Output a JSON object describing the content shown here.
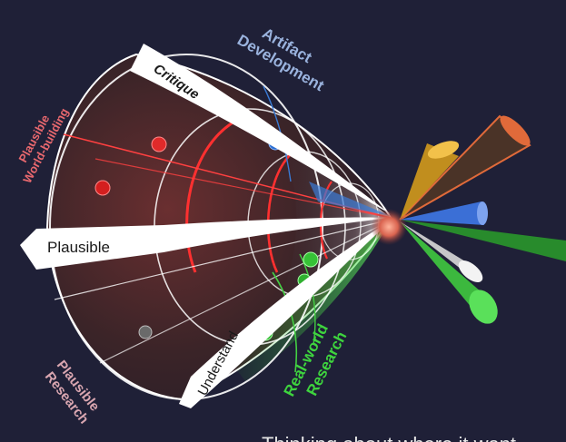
{
  "labels": {
    "plausible_world_building": [
      "Plausible",
      "World-building"
    ],
    "artifact_development": [
      "Artifact",
      "Development"
    ],
    "plausible_research": [
      "Plausible",
      "Research"
    ],
    "real_world_research": [
      "Real-world",
      "Research"
    ]
  },
  "arms": {
    "critique": "Critique",
    "plausible": "Plausible",
    "understand": "Understand"
  },
  "bottom_text": "Thinking about where it want",
  "colors": {
    "background": "#1f2037",
    "plausible_world_building": "#e8686e",
    "artifact_development": "#9ab3de",
    "plausible_research": "#d9a6b0",
    "real_world_research": "#3ed43e",
    "red_ring": "#ff3030",
    "blue_ring": "#3a7bd5",
    "green_ring": "#43d043"
  },
  "rays": [
    {
      "color": "#e06a3a",
      "name": "orange-red-ray"
    },
    {
      "color": "#f2b324",
      "name": "yellow-ray"
    },
    {
      "color": "#3b6fd6",
      "name": "blue-ray"
    },
    {
      "color": "#3fc93f",
      "name": "green-ray"
    },
    {
      "color": "#dcdcdc",
      "name": "white-ray"
    },
    {
      "color": "#4bd64b",
      "name": "green-ray-lower"
    }
  ]
}
